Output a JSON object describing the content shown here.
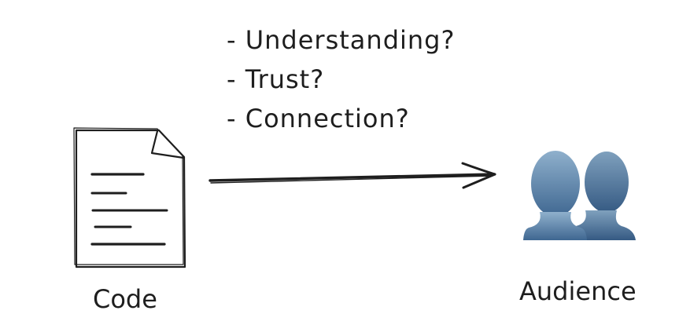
{
  "questions": [
    "- Understanding?",
    "- Trust?",
    "- Connection?"
  ],
  "labels": {
    "code": "Code",
    "audience": "Audience"
  },
  "icons": {
    "document": "document-icon",
    "audience": "busts-in-silhouette-icon",
    "arrow": "right-arrow"
  },
  "colors": {
    "stroke": "#1e1e1e",
    "silhouette_light": "#7fa3c2",
    "silhouette_dark": "#3d6590"
  }
}
